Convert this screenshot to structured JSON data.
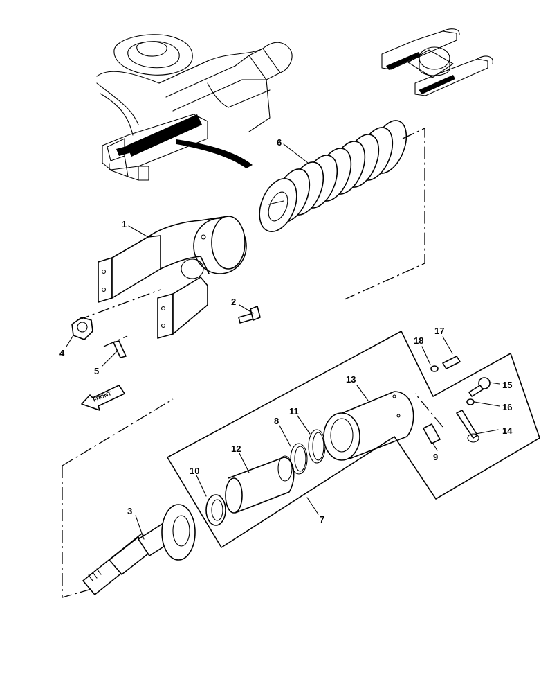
{
  "front_arrow": {
    "text": "FRONT"
  },
  "callouts": [
    {
      "id": "c1",
      "number": "1"
    },
    {
      "id": "c2",
      "number": "2"
    },
    {
      "id": "c3",
      "number": "3"
    },
    {
      "id": "c4",
      "number": "4"
    },
    {
      "id": "c5",
      "number": "5"
    },
    {
      "id": "c6",
      "number": "6"
    },
    {
      "id": "c7",
      "number": "7"
    },
    {
      "id": "c8",
      "number": "8"
    },
    {
      "id": "c9",
      "number": "9"
    },
    {
      "id": "c10",
      "number": "10"
    },
    {
      "id": "c11",
      "number": "11"
    },
    {
      "id": "c12",
      "number": "12"
    },
    {
      "id": "c13",
      "number": "13"
    },
    {
      "id": "c14",
      "number": "14"
    },
    {
      "id": "c15",
      "number": "15"
    },
    {
      "id": "c16",
      "number": "16"
    },
    {
      "id": "c17",
      "number": "17"
    },
    {
      "id": "c18",
      "number": "18"
    }
  ]
}
